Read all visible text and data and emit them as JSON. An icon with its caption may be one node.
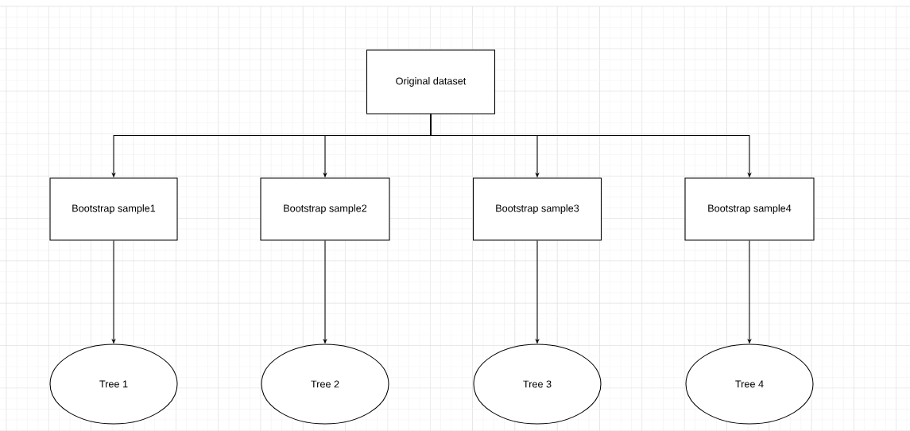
{
  "diagram": {
    "nodes": [
      {
        "text": [
          "Original dataset"
        ]
      },
      {
        "text": [
          "Bootstrap sample1"
        ]
      },
      {
        "text": [
          "Bootstrap sample2"
        ]
      },
      {
        "text": [
          "Bootstrap sample3"
        ]
      },
      {
        "text": [
          "Bootstrap sample4"
        ]
      },
      {
        "text": [
          "Tree 1"
        ]
      },
      {
        "text": [
          "Tree 2"
        ]
      },
      {
        "text": [
          "Tree 3"
        ]
      },
      {
        "text": [
          "Tree 4"
        ]
      }
    ],
    "edges": [
      {
        "from": 0,
        "to": 1,
        "arrow": "to"
      },
      {
        "from": 0,
        "to": 2,
        "arrow": "to"
      },
      {
        "from": 0,
        "to": 3,
        "arrow": "to"
      },
      {
        "from": 0,
        "to": 4,
        "arrow": "to"
      },
      {
        "from": 1,
        "to": 5,
        "arrow": "to"
      },
      {
        "from": 2,
        "to": 6,
        "arrow": "to"
      },
      {
        "from": 3,
        "to": 7,
        "arrow": "to"
      },
      {
        "from": 4,
        "to": 8,
        "arrow": "to"
      }
    ]
  }
}
